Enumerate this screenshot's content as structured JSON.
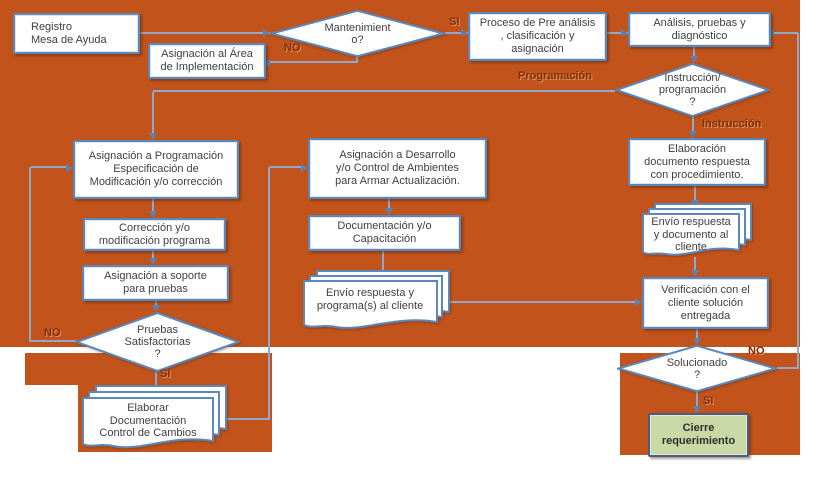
{
  "colors": {
    "background_orange": "#c1531b",
    "connector_blue": "#8fa9cc",
    "node_border_blue": "#5b87ba",
    "node_text": "#3f3f3f",
    "branch_label_brown": "#7f2d05",
    "close_box_green": "#c9d8a4"
  },
  "nodes": {
    "registro": "Registro\nMesa de Ayuda",
    "mantenimiento": "Mantenimient\no?",
    "pre_analisis": "Proceso de Pre análisis\n, clasificación y\nasignación",
    "analisis": "Análisis, pruebas y\ndiagnóstico",
    "asignacion_area": "Asignación al Área\nde Implementación",
    "instruccion_programacion": "Instrucción/\nprogramación\n?",
    "asignacion_programacion": "Asignación a Programación\nEspecificación de\nModificación y/o corrección",
    "correccion": "Corrección y/o\nmodificación programa",
    "asignacion_soporte": "Asignación a soporte\npara pruebas",
    "pruebas": "Pruebas\nSatisfactorias\n?",
    "elaborar_documentacion": "Elaborar\nDocumentación\nControl de Cambios",
    "asignacion_desarrollo": "Asignación a Desarrollo\ny/o Control de Ambientes\npara Armar Actualización.",
    "documentacion": "Documentación y/o\nCapacitación",
    "envio_programas": "Envío respuesta y\nprograma(s) al cliente",
    "elaboracion_documento": "Elaboración\ndocumento respuesta\ncon procedimiento.",
    "envio_respuesta": "Envío respuesta\ny documento al\ncliente",
    "verificacion": "Verificación con el\ncliente solución\nentregada",
    "solucionado": "Solucionado\n?",
    "cierre": "Cierre\nrequerimiento"
  },
  "labels": {
    "si_mantenimiento": "SI",
    "no_mantenimiento": "NO",
    "programacion": "Programación",
    "instruccion": "Instrucción",
    "no_pruebas": "NO",
    "si_pruebas": "SI",
    "no_solucionado": "NO",
    "si_solucionado": "SI"
  }
}
